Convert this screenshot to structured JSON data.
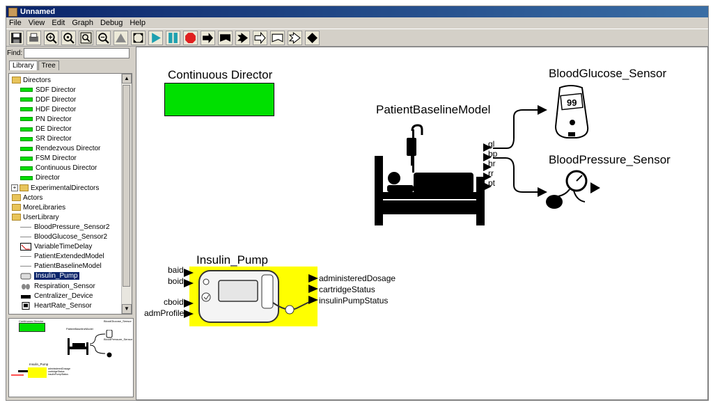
{
  "window": {
    "title": "Unnamed"
  },
  "menu": [
    "File",
    "View",
    "Edit",
    "Graph",
    "Debug",
    "Help"
  ],
  "toolbar_icons": [
    "save-icon",
    "print-icon",
    "zoom-in-icon",
    "zoom-reset-icon",
    "zoom-fit-icon",
    "zoom-out-icon",
    "stop-triangle-icon",
    "fullscreen-icon",
    "run-icon",
    "pause-icon",
    "stop-icon",
    "right-arrow-icon",
    "flag-icon",
    "double-arrow-icon",
    "outline-arrow-icon",
    "outline-flag-icon",
    "outline-double-arrow-icon",
    "diamond-icon"
  ],
  "find": {
    "label": "Find:",
    "value": ""
  },
  "tabs": {
    "library": "Library",
    "tree": "Tree"
  },
  "tree": {
    "directors_folder": "Directors",
    "directors": [
      "SDF Director",
      "DDF Director",
      "HDF Director",
      "PN Director",
      "DE Director",
      "SR Director",
      "Rendezvous Director",
      "FSM Director",
      "Continuous Director",
      "Director"
    ],
    "experimental": "ExperimentalDirectors",
    "actors": "Actors",
    "more_libraries": "MoreLibraries",
    "user_library": "UserLibrary",
    "user_items": [
      "BloodPressure_Sensor2",
      "BloodGlucose_Sensor2",
      "VariableTimeDelay",
      "PatientExtendedModel",
      "PatientBaselineModel",
      "Insulin_Pump",
      "Respiration_Sensor",
      "Centralizer_Device",
      "HeartRate_Sensor"
    ]
  },
  "overview": {
    "director": "Continuous Director",
    "patient": "PatientBaselineModel",
    "glucose": "BloodGlucose_Sensor",
    "pressure": "BloodPressure_Sensor",
    "pump": "Insulin_Pump",
    "pump_outputs": [
      "administeredDosage",
      "cartridgeStatus",
      "insulinPumpStatus"
    ]
  },
  "canvas": {
    "director_label": "Continuous Director",
    "director_color": "#00e000",
    "patient_label": "PatientBaselineModel",
    "patient_ports": [
      "gl",
      "bp",
      "hr",
      "rr",
      "pt"
    ],
    "glucose_sensor_label": "BloodGlucose_Sensor",
    "glucose_display": "99",
    "pressure_sensor_label": "BloodPressure_Sensor",
    "pump_label": "Insulin_Pump",
    "pump_inputs": [
      "baid",
      "boid",
      "cboid",
      "admProfile"
    ],
    "pump_outputs": [
      "administeredDosage",
      "cartridgeStatus",
      "insulinPumpStatus"
    ],
    "pump_bg_color": "#ffff00"
  }
}
